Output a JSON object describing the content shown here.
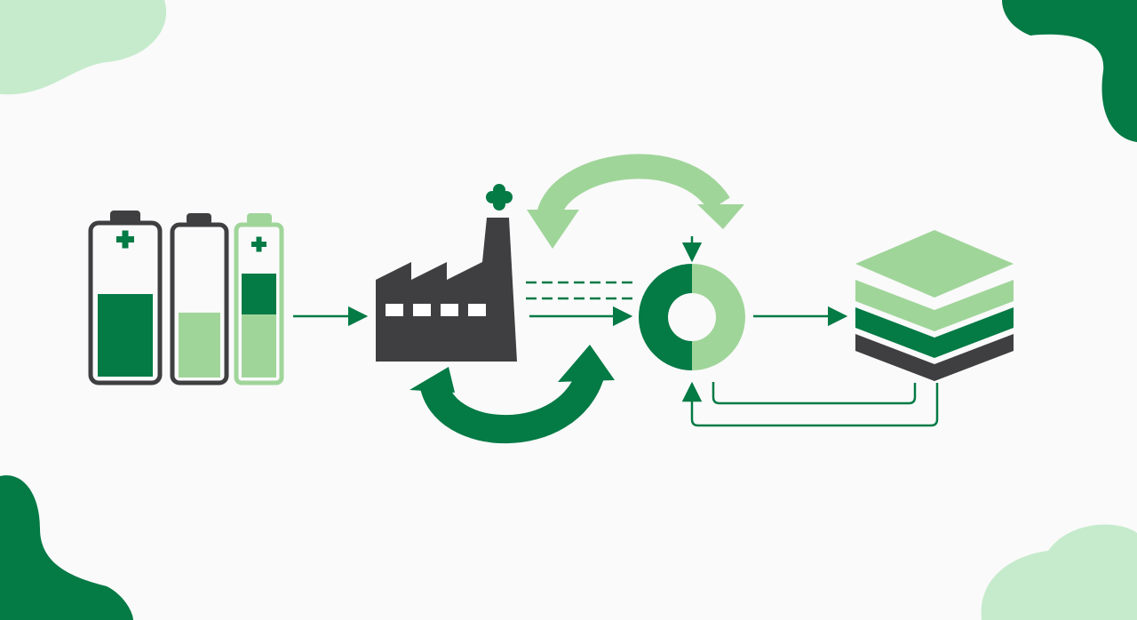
{
  "colors": {
    "background": "#fafafa",
    "dark_green": "#047a45",
    "light_green": "#a0d59a",
    "pale_green": "#c6ebcc",
    "charcoal": "#3f3f41",
    "white": "#ffffff"
  },
  "battery_levels": [
    0.56,
    0.44,
    0.66
  ],
  "icons": [
    "battery-dark-icon",
    "battery-empty-icon",
    "battery-light-icon",
    "factory-icon",
    "recycle-arrow-top-icon",
    "recycle-arrow-bottom-icon",
    "ring-icon",
    "layered-stack-icon"
  ]
}
